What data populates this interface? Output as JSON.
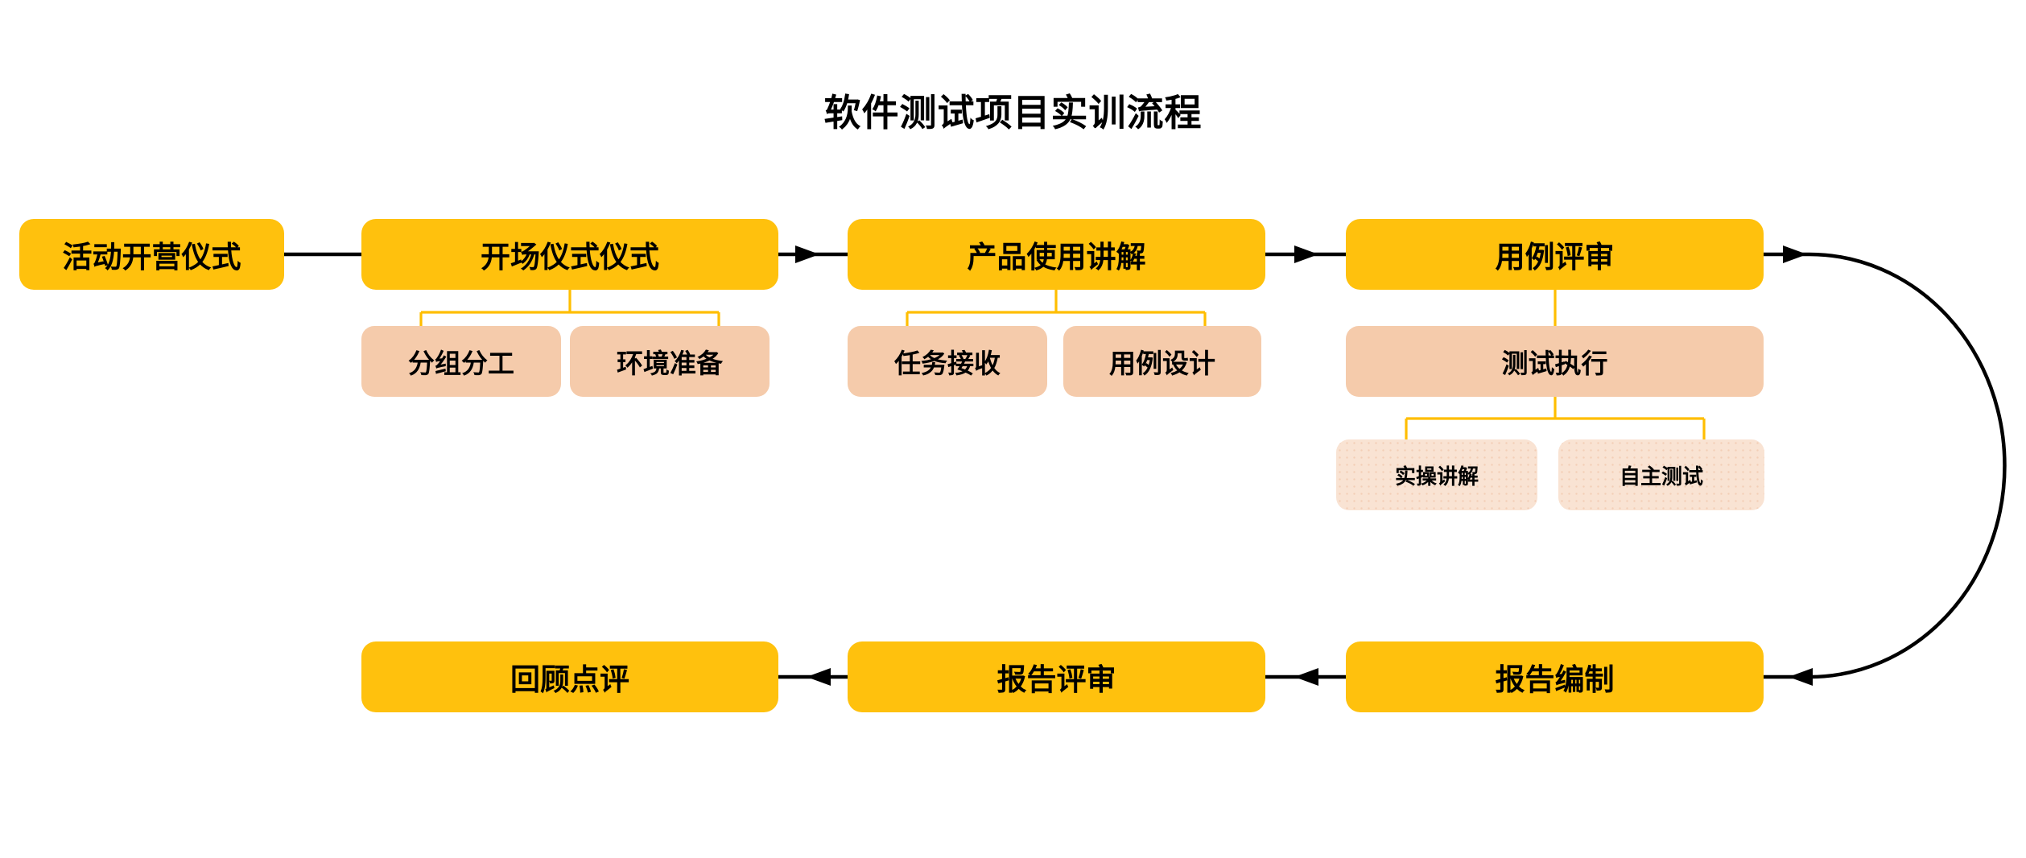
{
  "title": "软件测试项目实训流程",
  "colors": {
    "primary_amber": "#FFC10D",
    "secondary_peach": "#F5CBAB",
    "tertiary_light_peach": "#F9E3D3",
    "connector_yellow": "#FFBE00",
    "flow_line_black": "#000000",
    "text_black": "#000000"
  },
  "nodes": {
    "activity_opening": {
      "label": "活动开营仪式",
      "level": 1
    },
    "opening_ceremony": {
      "label": "开场仪式仪式",
      "level": 1
    },
    "grouping_division": {
      "label": "分组分工",
      "level": 2
    },
    "environment_prep": {
      "label": "环境准备",
      "level": 2
    },
    "product_usage": {
      "label": "产品使用讲解",
      "level": 1
    },
    "task_receiving": {
      "label": "任务接收",
      "level": 2
    },
    "case_design": {
      "label": "用例设计",
      "level": 2
    },
    "case_review": {
      "label": "用例评审",
      "level": 1
    },
    "test_execution": {
      "label": "测试执行",
      "level": 2
    },
    "hands_on_demo": {
      "label": "实操讲解",
      "level": 3
    },
    "self_testing": {
      "label": "自主测试",
      "level": 3
    },
    "report_compile": {
      "label": "报告编制",
      "level": 1
    },
    "report_review": {
      "label": "报告评审",
      "level": 1
    },
    "review_comment": {
      "label": "回顾点评",
      "level": 1
    }
  },
  "edges": [
    {
      "from": "activity_opening",
      "to": "opening_ceremony",
      "style": "line",
      "arrow": false
    },
    {
      "from": "opening_ceremony",
      "to": "grouping_division",
      "style": "tree-branch",
      "arrow": false
    },
    {
      "from": "opening_ceremony",
      "to": "environment_prep",
      "style": "tree-branch",
      "arrow": false
    },
    {
      "from": "opening_ceremony",
      "to": "product_usage",
      "style": "line",
      "arrow": true
    },
    {
      "from": "product_usage",
      "to": "task_receiving",
      "style": "tree-branch",
      "arrow": false
    },
    {
      "from": "product_usage",
      "to": "case_design",
      "style": "tree-branch",
      "arrow": false
    },
    {
      "from": "product_usage",
      "to": "case_review",
      "style": "line",
      "arrow": true
    },
    {
      "from": "case_review",
      "to": "test_execution",
      "style": "tree-branch",
      "arrow": false
    },
    {
      "from": "test_execution",
      "to": "hands_on_demo",
      "style": "tree-branch",
      "arrow": false
    },
    {
      "from": "test_execution",
      "to": "self_testing",
      "style": "tree-branch",
      "arrow": false
    },
    {
      "from": "case_review",
      "to": "report_compile",
      "style": "right-side-curve",
      "arrow": true
    },
    {
      "from": "report_compile",
      "to": "report_review",
      "style": "line",
      "arrow": true
    },
    {
      "from": "report_review",
      "to": "review_comment",
      "style": "line",
      "arrow": true
    }
  ]
}
